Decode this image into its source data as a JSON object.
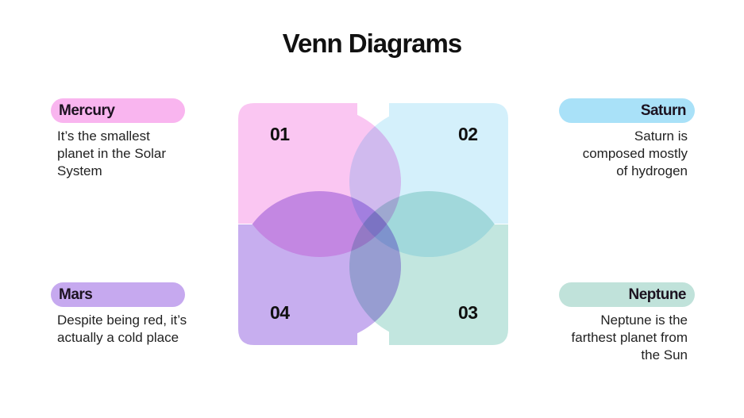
{
  "slide": {
    "title": "Venn Diagrams",
    "background_color": "#ffffff"
  },
  "cards": [
    {
      "name": "Mercury",
      "description": "It’s the smallest planet in the Solar System",
      "pill_color": "#F9B5EF",
      "align": "left"
    },
    {
      "name": "Saturn",
      "description": "Saturn is composed mostly of hydrogen",
      "pill_color": "#A9E1F8",
      "align": "right"
    },
    {
      "name": "Mars",
      "description": "Despite being red, it’s actually a cold place",
      "pill_color": "#C6A9EF",
      "align": "left"
    },
    {
      "name": "Neptune",
      "description": "Neptune is the farthest planet from the Sun",
      "pill_color": "#C0E2DA",
      "align": "right"
    }
  ],
  "venn": {
    "blend_mode": "multiply",
    "segments": [
      {
        "number": "01",
        "color": "#FAC6F2",
        "position": "top-left"
      },
      {
        "number": "02",
        "color": "#D4F0FB",
        "position": "top-right"
      },
      {
        "number": "03",
        "color": "#C2E6DF",
        "position": "bottom-right"
      },
      {
        "number": "04",
        "color": "#C7AEEF",
        "position": "bottom-left"
      }
    ]
  }
}
